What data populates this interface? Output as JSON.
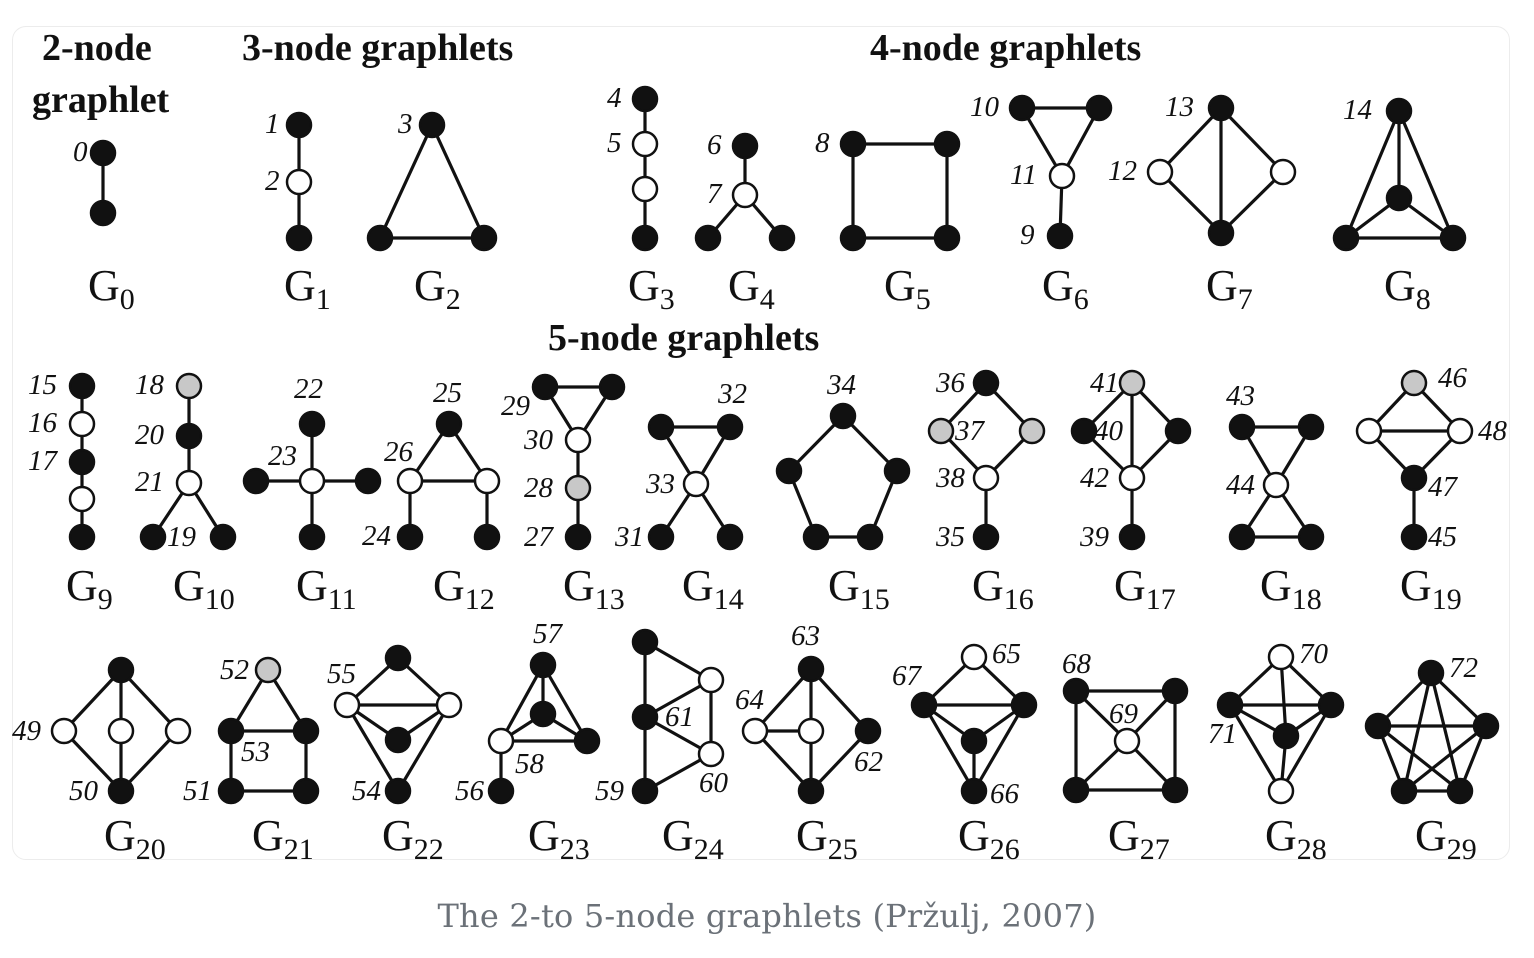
{
  "sections": {
    "two_node_line1": "2-node",
    "two_node_line2": "graphlet",
    "three_node": "3-node graphlets",
    "four_node": "4-node graphlets",
    "five_node": "5-node graphlets"
  },
  "caption": "The 2-to 5-node graphlets (Pržulj, 2007)",
  "colors": {
    "black": "#111111",
    "white": "#ffffff",
    "gray": "#c8c8c8",
    "caption": "#6b7178"
  },
  "graphlets": [
    {
      "name": "G0",
      "main": "G",
      "sub": "0",
      "nodes": [
        [
          "b",
          ""
        ],
        [
          "b",
          ""
        ]
      ],
      "edges": [
        [
          0,
          1
        ]
      ],
      "labels": [
        [
          "0"
        ]
      ]
    },
    {
      "name": "G1",
      "main": "G",
      "sub": "1",
      "nodes": [
        [
          "b",
          "1"
        ],
        [
          "w",
          "2"
        ],
        [
          "b",
          ""
        ]
      ],
      "edges": [
        [
          0,
          1
        ],
        [
          1,
          2
        ]
      ]
    },
    {
      "name": "G2",
      "main": "G",
      "sub": "2",
      "nodes": [
        [
          "b",
          "3"
        ],
        [
          "b",
          ""
        ],
        [
          "b",
          ""
        ]
      ],
      "edges": [
        [
          0,
          1
        ],
        [
          0,
          2
        ],
        [
          1,
          2
        ]
      ]
    },
    {
      "name": "G3",
      "main": "G",
      "sub": "3",
      "nodes": [
        [
          "b",
          "4"
        ],
        [
          "w",
          "5"
        ],
        [
          "w",
          ""
        ],
        [
          "b",
          ""
        ]
      ],
      "edges": [
        [
          0,
          1
        ],
        [
          1,
          2
        ],
        [
          2,
          3
        ]
      ]
    },
    {
      "name": "G4",
      "main": "G",
      "sub": "4",
      "nodes": [
        [
          "b",
          "6"
        ],
        [
          "w",
          "7"
        ],
        [
          "b",
          ""
        ],
        [
          "b",
          ""
        ]
      ],
      "edges": [
        [
          0,
          1
        ],
        [
          1,
          2
        ],
        [
          1,
          3
        ]
      ]
    },
    {
      "name": "G5",
      "main": "G",
      "sub": "5",
      "nodes": [
        [
          "b",
          "8"
        ],
        [
          "b",
          ""
        ],
        [
          "b",
          ""
        ],
        [
          "b",
          ""
        ]
      ],
      "edges": [
        [
          0,
          1
        ],
        [
          1,
          3
        ],
        [
          3,
          2
        ],
        [
          2,
          0
        ]
      ]
    },
    {
      "name": "G6",
      "main": "G",
      "sub": "6",
      "nodes": [
        [
          "b",
          "10"
        ],
        [
          "b",
          ""
        ],
        [
          "w",
          "11"
        ],
        [
          "b",
          "9"
        ]
      ],
      "edges": [
        [
          0,
          1
        ],
        [
          0,
          2
        ],
        [
          1,
          2
        ],
        [
          2,
          3
        ]
      ]
    },
    {
      "name": "G7",
      "main": "G",
      "sub": "7",
      "nodes": [
        [
          "b",
          "13"
        ],
        [
          "w",
          "12"
        ],
        [
          "w",
          ""
        ],
        [
          "b",
          ""
        ]
      ],
      "edges": [
        [
          0,
          1
        ],
        [
          0,
          2
        ],
        [
          0,
          3
        ],
        [
          1,
          3
        ],
        [
          2,
          3
        ]
      ]
    },
    {
      "name": "G8",
      "main": "G",
      "sub": "8",
      "nodes": [
        [
          "b",
          "14"
        ],
        [
          "b",
          ""
        ],
        [
          "b",
          ""
        ],
        [
          "b",
          ""
        ]
      ],
      "edges": [
        [
          0,
          1
        ],
        [
          0,
          2
        ],
        [
          0,
          3
        ],
        [
          1,
          2
        ],
        [
          1,
          3
        ],
        [
          2,
          3
        ]
      ]
    },
    {
      "name": "G9",
      "main": "G",
      "sub": "9",
      "nodes": [
        [
          "b",
          "15"
        ],
        [
          "w",
          "16"
        ],
        [
          "b",
          "17"
        ],
        [
          "w",
          ""
        ],
        [
          "b",
          ""
        ]
      ],
      "edges": [
        [
          0,
          1
        ],
        [
          1,
          2
        ],
        [
          2,
          3
        ],
        [
          3,
          4
        ]
      ]
    },
    {
      "name": "G10",
      "main": "G",
      "sub": "10",
      "nodes": [
        [
          "g",
          "18"
        ],
        [
          "b",
          "20"
        ],
        [
          "w",
          "21"
        ],
        [
          "b",
          "19"
        ],
        [
          "b",
          ""
        ]
      ],
      "edges": [
        [
          0,
          1
        ],
        [
          1,
          2
        ],
        [
          2,
          3
        ],
        [
          2,
          4
        ]
      ]
    },
    {
      "name": "G11",
      "main": "G",
      "sub": "11",
      "nodes": [
        [
          "b",
          "22"
        ],
        [
          "w",
          "23"
        ],
        [
          "b",
          ""
        ],
        [
          "b",
          ""
        ],
        [
          "b",
          ""
        ]
      ],
      "edges": [
        [
          0,
          1
        ],
        [
          1,
          2
        ],
        [
          1,
          3
        ],
        [
          1,
          4
        ]
      ]
    },
    {
      "name": "G12",
      "main": "G",
      "sub": "12",
      "nodes": [
        [
          "b",
          "25"
        ],
        [
          "w",
          "26"
        ],
        [
          "w",
          ""
        ],
        [
          "b",
          "24"
        ],
        [
          "b",
          ""
        ]
      ],
      "edges": [
        [
          0,
          1
        ],
        [
          0,
          2
        ],
        [
          1,
          2
        ],
        [
          1,
          3
        ],
        [
          2,
          4
        ]
      ]
    },
    {
      "name": "G13",
      "main": "G",
      "sub": "13",
      "nodes": [
        [
          "b",
          "29"
        ],
        [
          "b",
          ""
        ],
        [
          "w",
          "30"
        ],
        [
          "g",
          "28"
        ],
        [
          "b",
          "27"
        ]
      ],
      "edges": [
        [
          0,
          1
        ],
        [
          0,
          2
        ],
        [
          1,
          2
        ],
        [
          2,
          3
        ],
        [
          3,
          4
        ]
      ]
    },
    {
      "name": "G14",
      "main": "G",
      "sub": "14",
      "nodes": [
        [
          "b",
          ""
        ],
        [
          "b",
          "32"
        ],
        [
          "w",
          "33"
        ],
        [
          "b",
          "31"
        ],
        [
          "b",
          ""
        ]
      ],
      "edges": [
        [
          0,
          1
        ],
        [
          0,
          2
        ],
        [
          1,
          2
        ],
        [
          2,
          3
        ],
        [
          2,
          4
        ]
      ]
    },
    {
      "name": "G15",
      "main": "G",
      "sub": "15",
      "nodes": [
        [
          "b",
          "34"
        ],
        [
          "b",
          ""
        ],
        [
          "b",
          ""
        ],
        [
          "b",
          ""
        ],
        [
          "b",
          ""
        ]
      ],
      "edges": [
        [
          0,
          1
        ],
        [
          0,
          2
        ],
        [
          1,
          3
        ],
        [
          2,
          4
        ],
        [
          3,
          4
        ]
      ]
    },
    {
      "name": "G16",
      "main": "G",
      "sub": "16",
      "nodes": [
        [
          "b",
          "36"
        ],
        [
          "g",
          "37"
        ],
        [
          "g",
          ""
        ],
        [
          "w",
          "38"
        ],
        [
          "b",
          "35"
        ]
      ],
      "edges": [
        [
          0,
          1
        ],
        [
          0,
          2
        ],
        [
          1,
          3
        ],
        [
          2,
          3
        ],
        [
          3,
          4
        ]
      ]
    },
    {
      "name": "G17",
      "main": "G",
      "sub": "17",
      "nodes": [
        [
          "g",
          "41"
        ],
        [
          "b",
          "40"
        ],
        [
          "b",
          ""
        ],
        [
          "w",
          "42"
        ],
        [
          "b",
          "39"
        ]
      ],
      "edges": [
        [
          0,
          1
        ],
        [
          0,
          2
        ],
        [
          0,
          3
        ],
        [
          1,
          3
        ],
        [
          2,
          3
        ],
        [
          3,
          4
        ]
      ]
    },
    {
      "name": "G18",
      "main": "G",
      "sub": "18",
      "nodes": [
        [
          "b",
          "43"
        ],
        [
          "b",
          ""
        ],
        [
          "w",
          "44"
        ],
        [
          "b",
          ""
        ],
        [
          "b",
          ""
        ]
      ],
      "edges": [
        [
          0,
          1
        ],
        [
          0,
          2
        ],
        [
          1,
          2
        ],
        [
          2,
          3
        ],
        [
          2,
          4
        ],
        [
          3,
          4
        ]
      ]
    },
    {
      "name": "G19",
      "main": "G",
      "sub": "19",
      "nodes": [
        [
          "g",
          "46"
        ],
        [
          "w",
          ""
        ],
        [
          "w",
          "48"
        ],
        [
          "b",
          "47"
        ],
        [
          "b",
          "45"
        ]
      ],
      "edges": [
        [
          0,
          1
        ],
        [
          0,
          2
        ],
        [
          1,
          2
        ],
        [
          1,
          3
        ],
        [
          2,
          3
        ],
        [
          3,
          4
        ]
      ]
    },
    {
      "name": "G20",
      "main": "G",
      "sub": "20",
      "nodes": [
        [
          "b",
          ""
        ],
        [
          "w",
          "49"
        ],
        [
          "w",
          ""
        ],
        [
          "w",
          ""
        ],
        [
          "b",
          "50"
        ]
      ],
      "edges": [
        [
          0,
          1
        ],
        [
          0,
          2
        ],
        [
          0,
          3
        ],
        [
          1,
          4
        ],
        [
          2,
          4
        ],
        [
          3,
          4
        ]
      ]
    },
    {
      "name": "G21",
      "main": "G",
      "sub": "21",
      "nodes": [
        [
          "g",
          "52"
        ],
        [
          "b",
          "53"
        ],
        [
          "b",
          ""
        ],
        [
          "b",
          "51"
        ],
        [
          "b",
          ""
        ]
      ],
      "edges": [
        [
          0,
          1
        ],
        [
          0,
          2
        ],
        [
          1,
          2
        ],
        [
          1,
          3
        ],
        [
          2,
          4
        ],
        [
          3,
          4
        ]
      ]
    },
    {
      "name": "G22",
      "main": "G",
      "sub": "22",
      "nodes": [
        [
          "b",
          ""
        ],
        [
          "w",
          "55"
        ],
        [
          "w",
          ""
        ],
        [
          "b",
          ""
        ],
        [
          "b",
          "54"
        ]
      ],
      "edges": [
        [
          0,
          1
        ],
        [
          0,
          2
        ],
        [
          1,
          2
        ],
        [
          1,
          3
        ],
        [
          2,
          3
        ],
        [
          1,
          4
        ],
        [
          2,
          4
        ]
      ]
    },
    {
      "name": "G23",
      "main": "G",
      "sub": "23",
      "nodes": [
        [
          "b",
          "57"
        ],
        [
          "b",
          ""
        ],
        [
          "w",
          "58"
        ],
        [
          "b",
          ""
        ],
        [
          "b",
          "56"
        ]
      ],
      "edges": [
        [
          0,
          1
        ],
        [
          0,
          2
        ],
        [
          0,
          3
        ],
        [
          1,
          2
        ],
        [
          1,
          3
        ],
        [
          2,
          3
        ],
        [
          2,
          4
        ]
      ]
    },
    {
      "name": "G24",
      "main": "G",
      "sub": "24",
      "nodes": [
        [
          "b",
          ""
        ],
        [
          "w",
          ""
        ],
        [
          "b",
          "61"
        ],
        [
          "w",
          "60"
        ],
        [
          "b",
          "59"
        ]
      ],
      "edges": [
        [
          0,
          1
        ],
        [
          0,
          2
        ],
        [
          1,
          2
        ],
        [
          1,
          3
        ],
        [
          2,
          3
        ],
        [
          2,
          4
        ],
        [
          3,
          4
        ]
      ]
    },
    {
      "name": "G25",
      "main": "G",
      "sub": "25",
      "nodes": [
        [
          "b",
          "63"
        ],
        [
          "w",
          "64"
        ],
        [
          "w",
          ""
        ],
        [
          "b",
          "62"
        ],
        [
          "b",
          ""
        ]
      ],
      "edges": [
        [
          0,
          1
        ],
        [
          0,
          2
        ],
        [
          0,
          3
        ],
        [
          1,
          2
        ],
        [
          2,
          4
        ],
        [
          1,
          4
        ],
        [
          3,
          4
        ]
      ]
    },
    {
      "name": "G26",
      "main": "G",
      "sub": "26",
      "nodes": [
        [
          "w",
          "65"
        ],
        [
          "b",
          "67"
        ],
        [
          "b",
          ""
        ],
        [
          "b",
          ""
        ],
        [
          "b",
          "66"
        ]
      ],
      "edges": [
        [
          0,
          1
        ],
        [
          0,
          2
        ],
        [
          1,
          2
        ],
        [
          1,
          3
        ],
        [
          2,
          3
        ],
        [
          1,
          4
        ],
        [
          2,
          4
        ],
        [
          3,
          4
        ]
      ]
    },
    {
      "name": "G27",
      "main": "G",
      "sub": "27",
      "nodes": [
        [
          "b",
          "68"
        ],
        [
          "b",
          ""
        ],
        [
          "w",
          "69"
        ],
        [
          "b",
          ""
        ],
        [
          "b",
          ""
        ]
      ],
      "edges": [
        [
          0,
          1
        ],
        [
          0,
          3
        ],
        [
          1,
          4
        ],
        [
          3,
          4
        ],
        [
          0,
          2
        ],
        [
          1,
          2
        ],
        [
          2,
          3
        ],
        [
          2,
          4
        ]
      ]
    },
    {
      "name": "G28",
      "main": "G",
      "sub": "28",
      "nodes": [
        [
          "w",
          "70"
        ],
        [
          "b",
          "71"
        ],
        [
          "b",
          ""
        ],
        [
          "b",
          ""
        ],
        [
          "w",
          ""
        ]
      ],
      "edges": [
        [
          0,
          1
        ],
        [
          0,
          2
        ],
        [
          0,
          3
        ],
        [
          1,
          2
        ],
        [
          1,
          3
        ],
        [
          2,
          3
        ],
        [
          1,
          4
        ],
        [
          2,
          4
        ],
        [
          3,
          4
        ]
      ]
    },
    {
      "name": "G29",
      "main": "G",
      "sub": "29",
      "nodes": [
        [
          "b",
          "72"
        ],
        [
          "b",
          ""
        ],
        [
          "b",
          ""
        ],
        [
          "b",
          ""
        ],
        [
          "b",
          ""
        ]
      ],
      "edges": [
        [
          0,
          1
        ],
        [
          0,
          2
        ],
        [
          0,
          3
        ],
        [
          0,
          4
        ],
        [
          1,
          2
        ],
        [
          1,
          3
        ],
        [
          1,
          4
        ],
        [
          2,
          3
        ],
        [
          2,
          4
        ],
        [
          3,
          4
        ]
      ]
    }
  ]
}
